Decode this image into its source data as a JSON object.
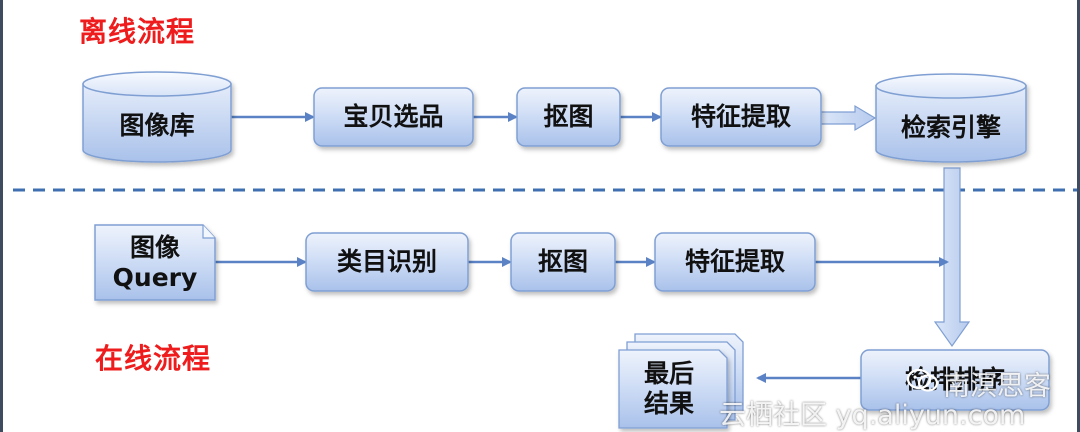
{
  "sections": {
    "offline_title": "离线流程",
    "online_title": "在线流程"
  },
  "offline": {
    "image_db": "图像库",
    "product_select": "宝贝选品",
    "cutout": "抠图",
    "feature_extract": "特征提取",
    "search_engine": "检索引擎"
  },
  "online": {
    "query_line1": "图像",
    "query_line2": "Query",
    "category_recog": "类目识别",
    "cutout": "抠图",
    "feature_extract": "特征提取",
    "rerank": "检排排序",
    "final_line1": "最后",
    "final_line2": "结果"
  },
  "watermark": {
    "site": "云栖社区 yq.aliyun.com",
    "account": "南溟思客"
  },
  "colors": {
    "box_top": "#eef3fc",
    "box_bottom": "#a9c1ea",
    "box_border": "#7f9fd3",
    "arrow": "#5a82c4",
    "title": "#ee1c1c",
    "divider": "#3f6fb0"
  }
}
